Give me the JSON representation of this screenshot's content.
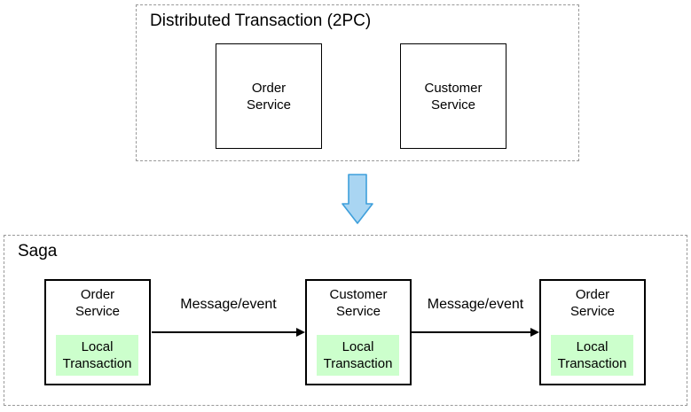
{
  "colors": {
    "box_border": "#000000",
    "container_border": "#999999",
    "local_transaction_fill": "#ccffcc",
    "transform_arrow_fill": "#a9d5f2",
    "transform_arrow_stroke": "#3e9fdb"
  },
  "top_section": {
    "title": "Distributed Transaction (2PC)",
    "boxes": [
      {
        "label": "Order\nService"
      },
      {
        "label": "Customer\nService"
      }
    ]
  },
  "transform_arrow": {
    "icon": "down-arrow-icon"
  },
  "saga_section": {
    "title": "Saga",
    "nodes": [
      {
        "label": "Order\nService",
        "local_label": "Local\nTransaction"
      },
      {
        "label": "Customer\nService",
        "local_label": "Local\nTransaction"
      },
      {
        "label": "Order\nService",
        "local_label": "Local\nTransaction"
      }
    ],
    "arrows": [
      {
        "label": "Message/event"
      },
      {
        "label": "Message/event"
      }
    ]
  }
}
